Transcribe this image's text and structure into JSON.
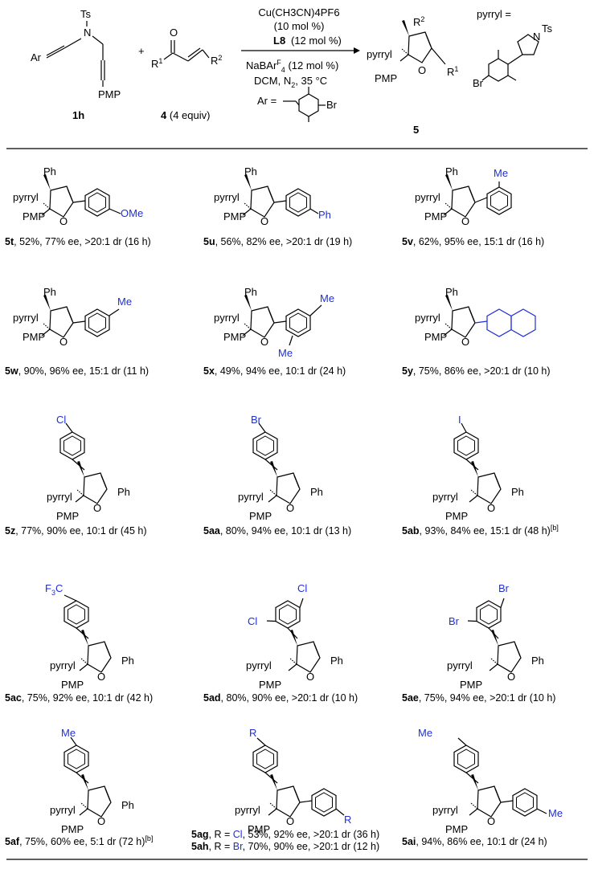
{
  "reaction": {
    "reactant1": {
      "id": "1h",
      "ts": "Ts",
      "n": "N",
      "ar": "Ar",
      "pmp": "PMP"
    },
    "reactant2": {
      "id": "4",
      "equiv": "(4 equiv)",
      "o": "O",
      "r1": "R",
      "r1_sup": "1",
      "r2": "R",
      "r2_sup": "2"
    },
    "plus": "+",
    "conditions": {
      "catalyst": "Cu(CH3CN)4PF6",
      "catalyst_loading": "(10 mol %)",
      "ligand": "L8",
      "ligand_loading": "(12 mol %)",
      "additive": "NaBAr",
      "additive_sup": "F",
      "additive_sub": "4",
      "additive_loading": "(12 mol %)",
      "solvent": "DCM, N",
      "solvent_sub": "2",
      "temperature": ", 35 °C",
      "ar_def": "Ar =",
      "ar_br": "Br"
    },
    "product": {
      "id": "5",
      "r2": "R",
      "r2_sup": "2",
      "r1": "R",
      "r1_sup": "1",
      "pyrryl": "pyrryl",
      "pmp": "PMP",
      "o": "O"
    },
    "pyrryl_def": {
      "label": "pyrryl =",
      "n": "N",
      "ts": "Ts",
      "br": "Br"
    }
  },
  "common": {
    "ph": "Ph",
    "pyrryl": "pyrryl",
    "pmp": "PMP",
    "o": "O"
  },
  "entries": [
    {
      "id": "5t",
      "rest": ", 52%, 77% ee, >20:1 dr (16 h)",
      "subst": "OMe"
    },
    {
      "id": "5u",
      "rest": ", 56%, 82% ee, >20:1 dr (19 h)",
      "subst": "Ph"
    },
    {
      "id": "5v",
      "rest": ", 62%, 95% ee, 15:1 dr (16 h)",
      "subst": "Me"
    },
    {
      "id": "5w",
      "rest": ", 90%, 96% ee, 15:1 dr (11 h)",
      "subst": "Me"
    },
    {
      "id": "5x",
      "rest": ", 49%, 94% ee, 10:1 dr (24 h)",
      "subst": "Me",
      "subst2": "Me"
    },
    {
      "id": "5y",
      "rest": ", 75%, 86% ee, >20:1 dr (10 h)"
    },
    {
      "id": "5z",
      "rest": ", 77%, 90% ee, 10:1 dr (45 h)",
      "subst": "Cl"
    },
    {
      "id": "5aa",
      "rest": ", 80%, 94% ee, 10:1 dr (13 h)",
      "subst": "Br"
    },
    {
      "id": "5ab",
      "rest": ", 93%, 84% ee, 15:1 dr (48 h)",
      "note": "[b]",
      "subst": "I"
    },
    {
      "id": "5ac",
      "rest": ", 75%, 92% ee, 10:1 dr (42 h)",
      "subst": "F",
      "subst_sub": "3",
      "subst_c": "C"
    },
    {
      "id": "5ad",
      "rest": ", 80%, 90% ee, >20:1 dr (10 h)",
      "subst": "Cl",
      "subst2": "Cl"
    },
    {
      "id": "5ae",
      "rest": ", 75%, 94% ee, >20:1 dr (10 h)",
      "subst": "Br",
      "subst2": "Br"
    },
    {
      "id": "5af",
      "rest": ", 75%, 60% ee, 5:1 dr (72 h)",
      "note": "[b]",
      "subst": "Me"
    },
    {
      "id": "5ag",
      "r_eq": ", R = ",
      "r_val": "Cl",
      "rest": ", 53%, 92% ee, >20:1 dr (36 h)",
      "subst": "R"
    },
    {
      "id": "5ah",
      "r_eq": ", R = ",
      "r_val": "Br",
      "rest": ", 70%, 90% ee, >20:1 dr (12 h)"
    },
    {
      "id": "5ai",
      "rest": ", 94%, 86% ee, 10:1 dr (24 h)",
      "subst": "Me"
    }
  ],
  "colors": {
    "highlight": "#1f2fd6",
    "text": "#000000"
  }
}
